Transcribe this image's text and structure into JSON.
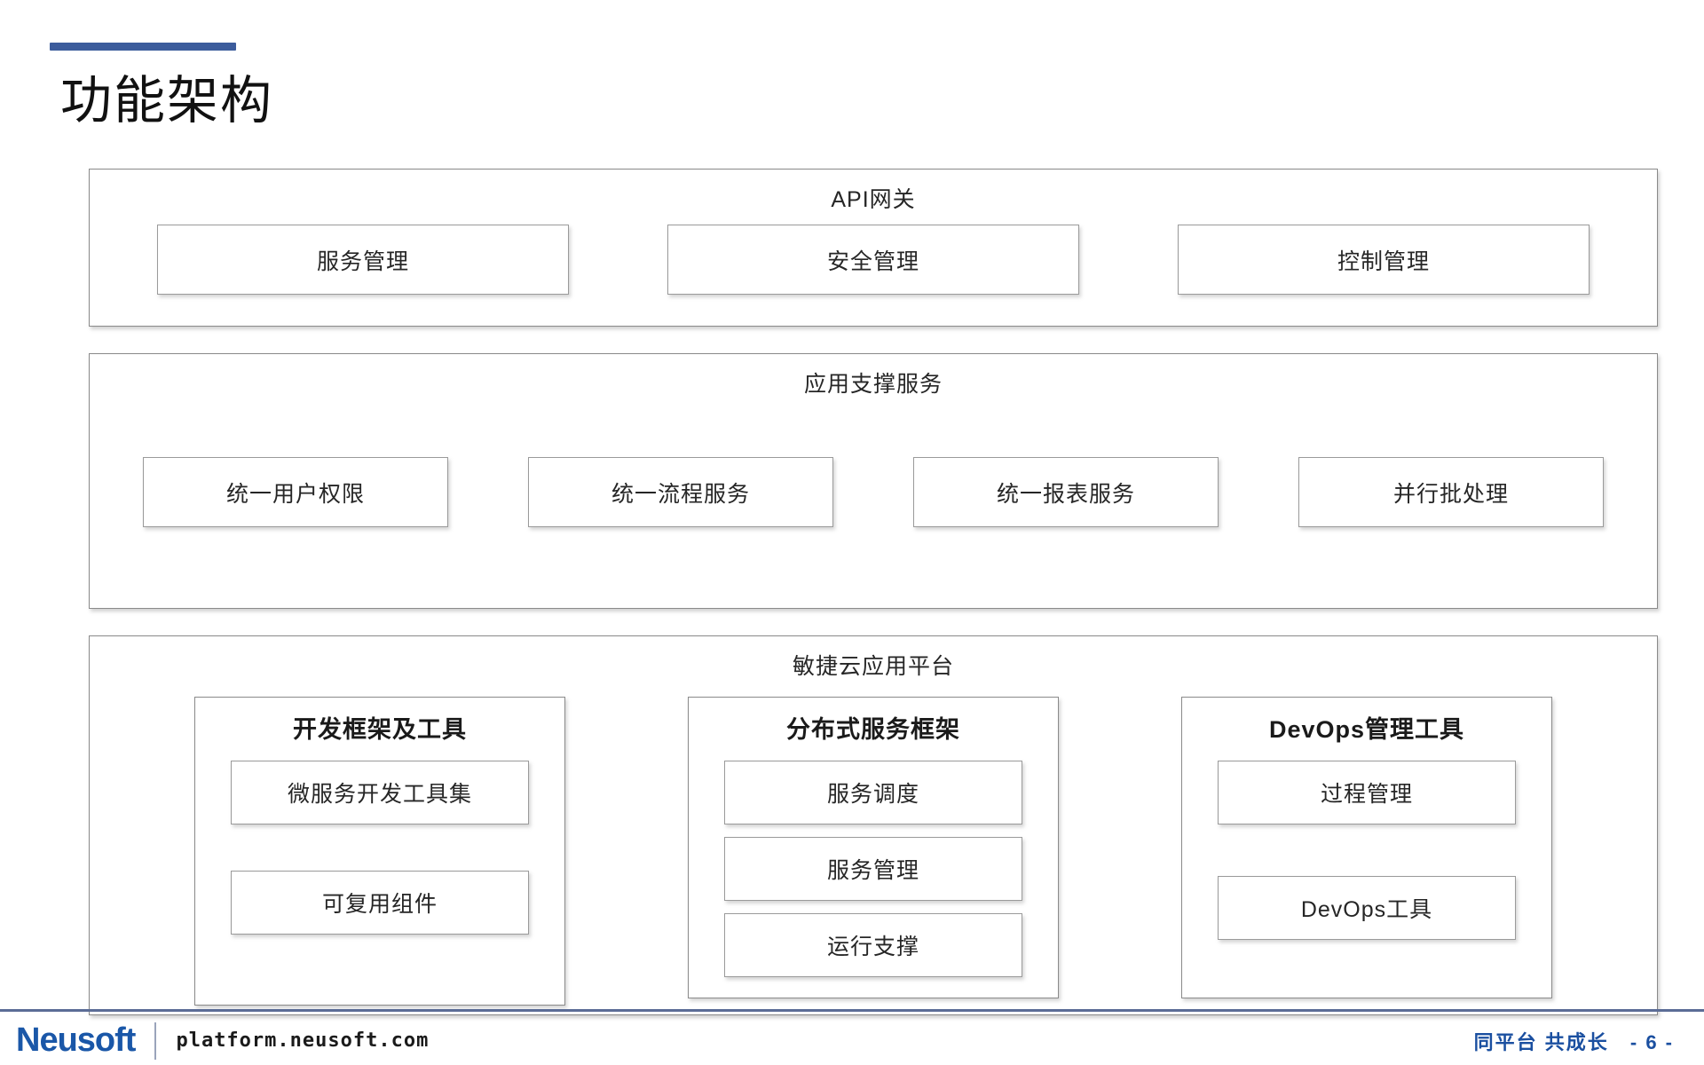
{
  "slide": {
    "title": "功能架构",
    "accent_color": "#3c5c9c"
  },
  "architecture": {
    "layers": [
      {
        "id": "api-gateway",
        "title": "API网关",
        "items": [
          "服务管理",
          "安全管理",
          "控制管理"
        ]
      },
      {
        "id": "app-support",
        "title": "应用支撑服务",
        "items": [
          "统一用户权限",
          "统一流程服务",
          "统一报表服务",
          "并行批处理"
        ]
      },
      {
        "id": "agile-cloud-platform",
        "title": "敏捷云应用平台",
        "panels": [
          {
            "id": "dev-framework",
            "title": "开发框架及工具",
            "items": [
              "微服务开发工具集",
              "可复用组件"
            ]
          },
          {
            "id": "distributed-service",
            "title": "分布式服务框架",
            "items": [
              "服务调度",
              "服务管理",
              "运行支撑"
            ]
          },
          {
            "id": "devops-tools",
            "title": "DevOps管理工具",
            "items": [
              "过程管理",
              "DevOps工具"
            ]
          }
        ]
      }
    ]
  },
  "footer": {
    "brand": "Neusoft",
    "url": "platform.neusoft.com",
    "slogan": "同平台 共成长",
    "page_number": "- 6 -",
    "rule_color": "#5b6c96",
    "brand_color": "#1a57a8"
  }
}
